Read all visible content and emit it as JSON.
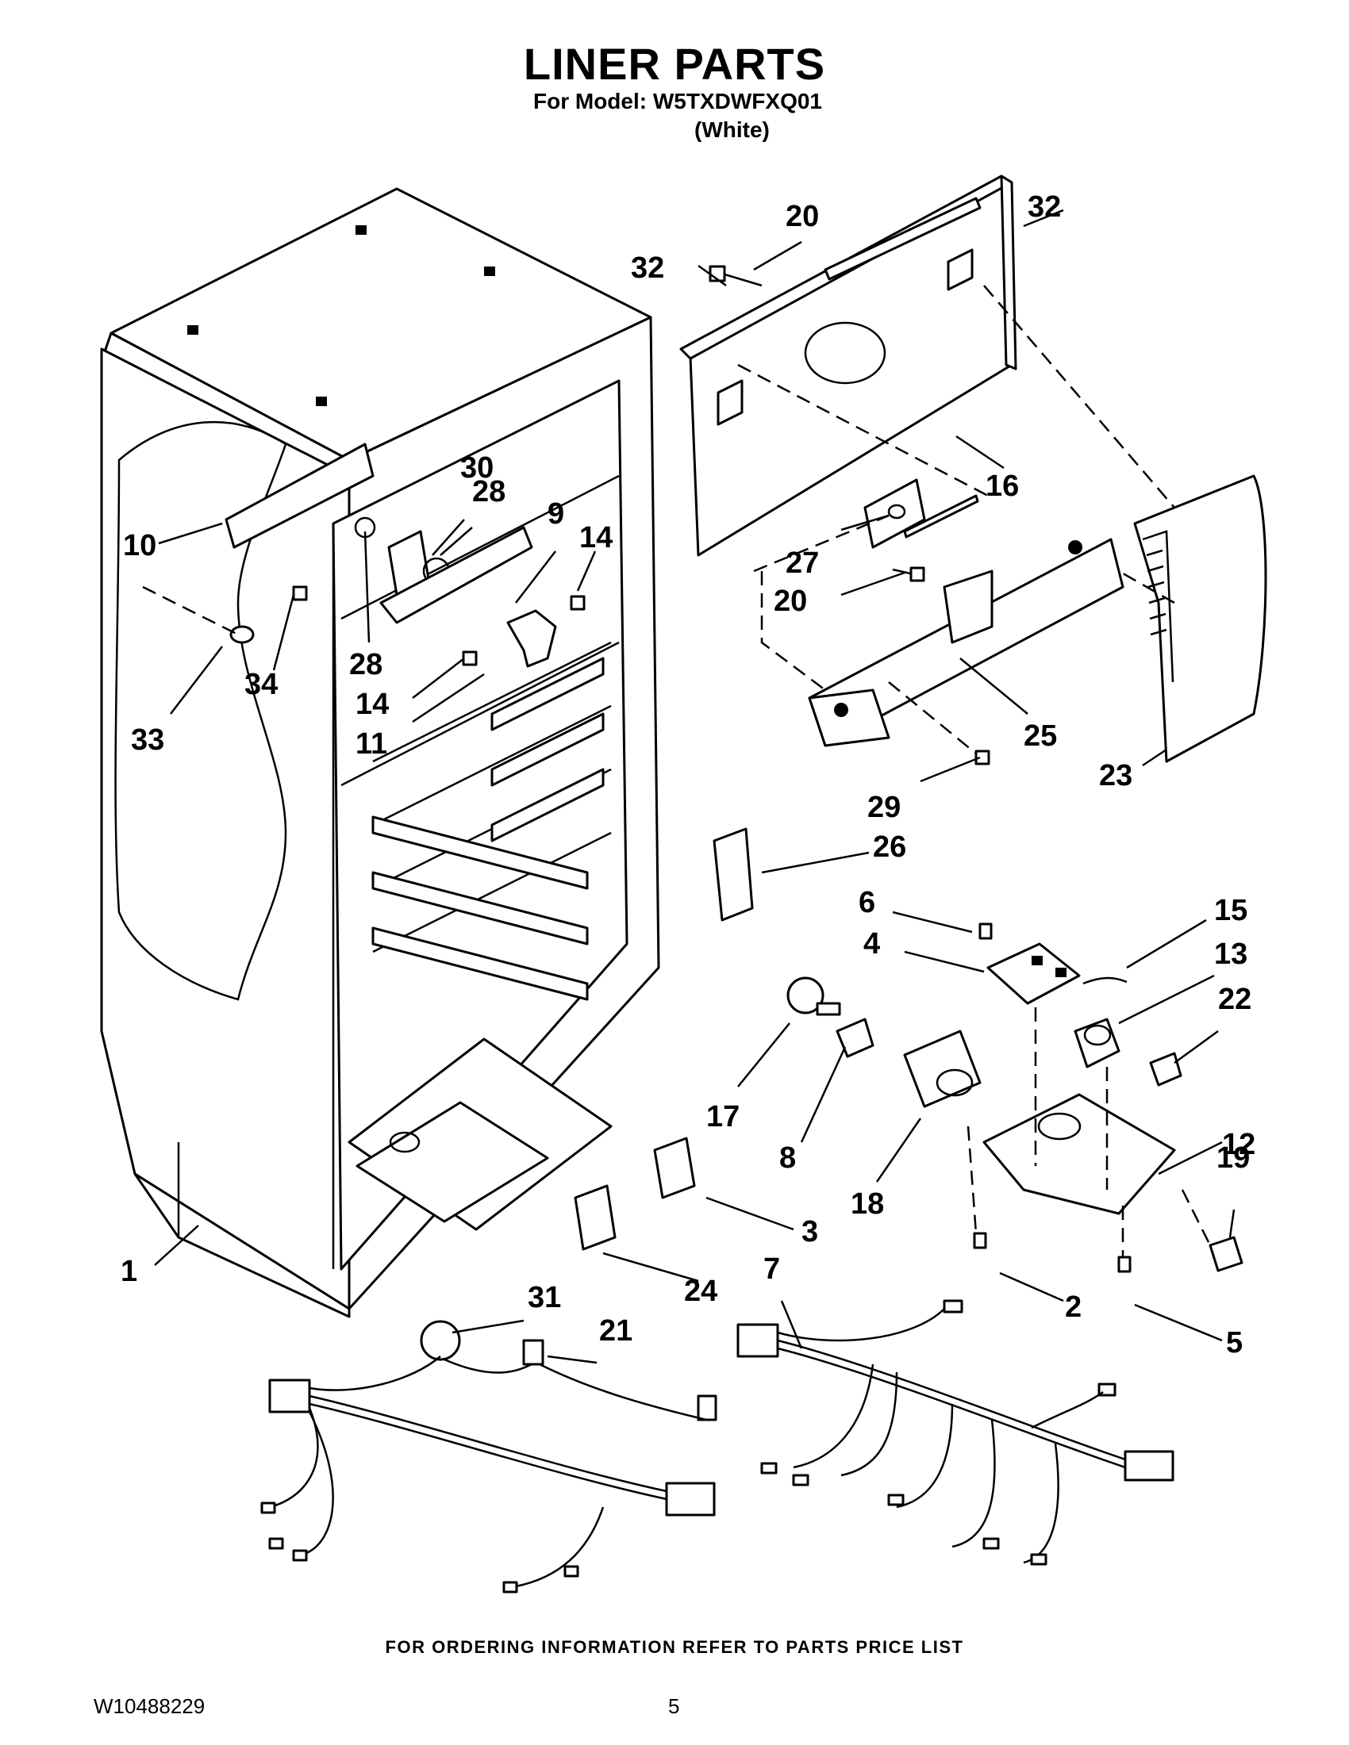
{
  "header": {
    "title": "LINER PARTS",
    "model_line": "For Model: W5TXDWFXQ01",
    "color_line": "(White)"
  },
  "callouts": [
    {
      "id": "1",
      "label": "1"
    },
    {
      "id": "2",
      "label": "2"
    },
    {
      "id": "3",
      "label": "3"
    },
    {
      "id": "4",
      "label": "4"
    },
    {
      "id": "5",
      "label": "5"
    },
    {
      "id": "6",
      "label": "6"
    },
    {
      "id": "7",
      "label": "7"
    },
    {
      "id": "8",
      "label": "8"
    },
    {
      "id": "9",
      "label": "9"
    },
    {
      "id": "10",
      "label": "10"
    },
    {
      "id": "11",
      "label": "11"
    },
    {
      "id": "12",
      "label": "12"
    },
    {
      "id": "13",
      "label": "13"
    },
    {
      "id": "14a",
      "label": "14"
    },
    {
      "id": "14b",
      "label": "14"
    },
    {
      "id": "15",
      "label": "15"
    },
    {
      "id": "16",
      "label": "16"
    },
    {
      "id": "17",
      "label": "17"
    },
    {
      "id": "18",
      "label": "18"
    },
    {
      "id": "19",
      "label": "19"
    },
    {
      "id": "20a",
      "label": "20"
    },
    {
      "id": "20b",
      "label": "20"
    },
    {
      "id": "21",
      "label": "21"
    },
    {
      "id": "22",
      "label": "22"
    },
    {
      "id": "23",
      "label": "23"
    },
    {
      "id": "24",
      "label": "24"
    },
    {
      "id": "25",
      "label": "25"
    },
    {
      "id": "26",
      "label": "26"
    },
    {
      "id": "27",
      "label": "27"
    },
    {
      "id": "28a",
      "label": "28"
    },
    {
      "id": "28b",
      "label": "28"
    },
    {
      "id": "29",
      "label": "29"
    },
    {
      "id": "30",
      "label": "30"
    },
    {
      "id": "31",
      "label": "31"
    },
    {
      "id": "32a",
      "label": "32"
    },
    {
      "id": "32b",
      "label": "32"
    },
    {
      "id": "33",
      "label": "33"
    },
    {
      "id": "34",
      "label": "34"
    }
  ],
  "footer": {
    "ordering_note": "FOR ORDERING INFORMATION REFER TO PARTS PRICE LIST",
    "document_number": "W10488229",
    "page_number": "5"
  }
}
